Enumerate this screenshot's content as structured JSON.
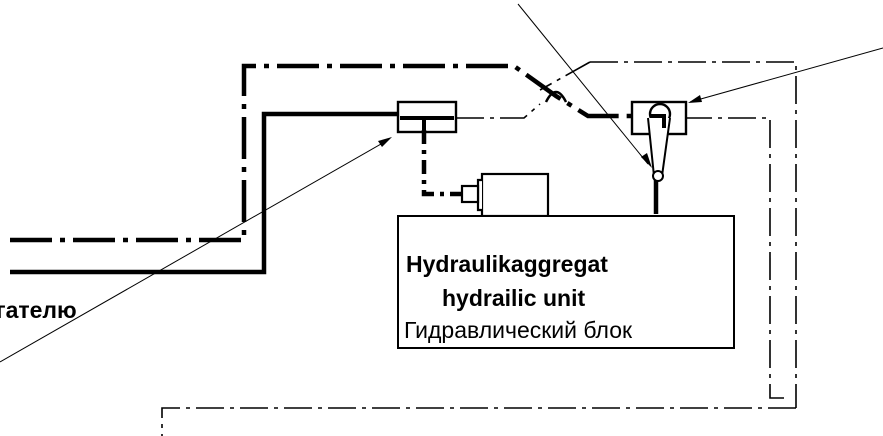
{
  "labels": {
    "cropped_left": "гателю",
    "unit_name_de": "Hydraulikaggregat",
    "unit_name_en": "hydrailic unit",
    "unit_name_ru": "Гидравлический блок"
  },
  "colors": {
    "line": "#000000",
    "background": "#ffffff"
  }
}
